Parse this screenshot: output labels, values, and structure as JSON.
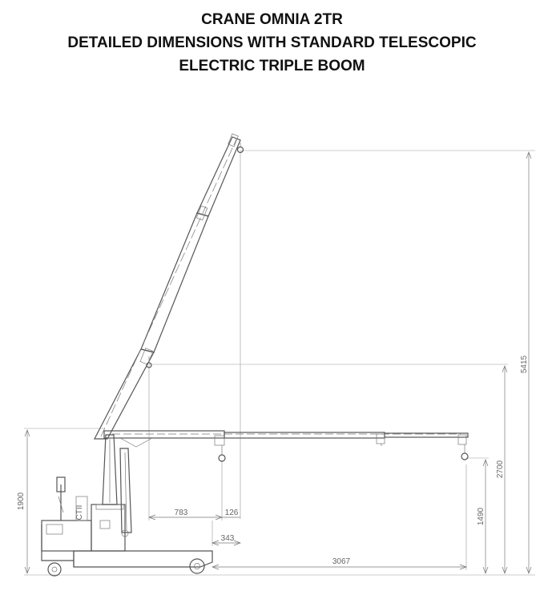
{
  "title": {
    "line1": "CRANE OMNIA 2TR",
    "line2": "DETAILED DIMENSIONS WITH STANDARD TELESCOPIC",
    "line3": "ELECTRIC TRIPLE BOOM"
  },
  "dimensions": {
    "max_height": "5415",
    "mid_height": "2700",
    "base_height": "1900",
    "hook_height": "1490",
    "max_reach": "3067",
    "boom_offset": "783",
    "hook_offset": "126",
    "mast_offset": "343"
  },
  "panel_label": "CTII"
}
